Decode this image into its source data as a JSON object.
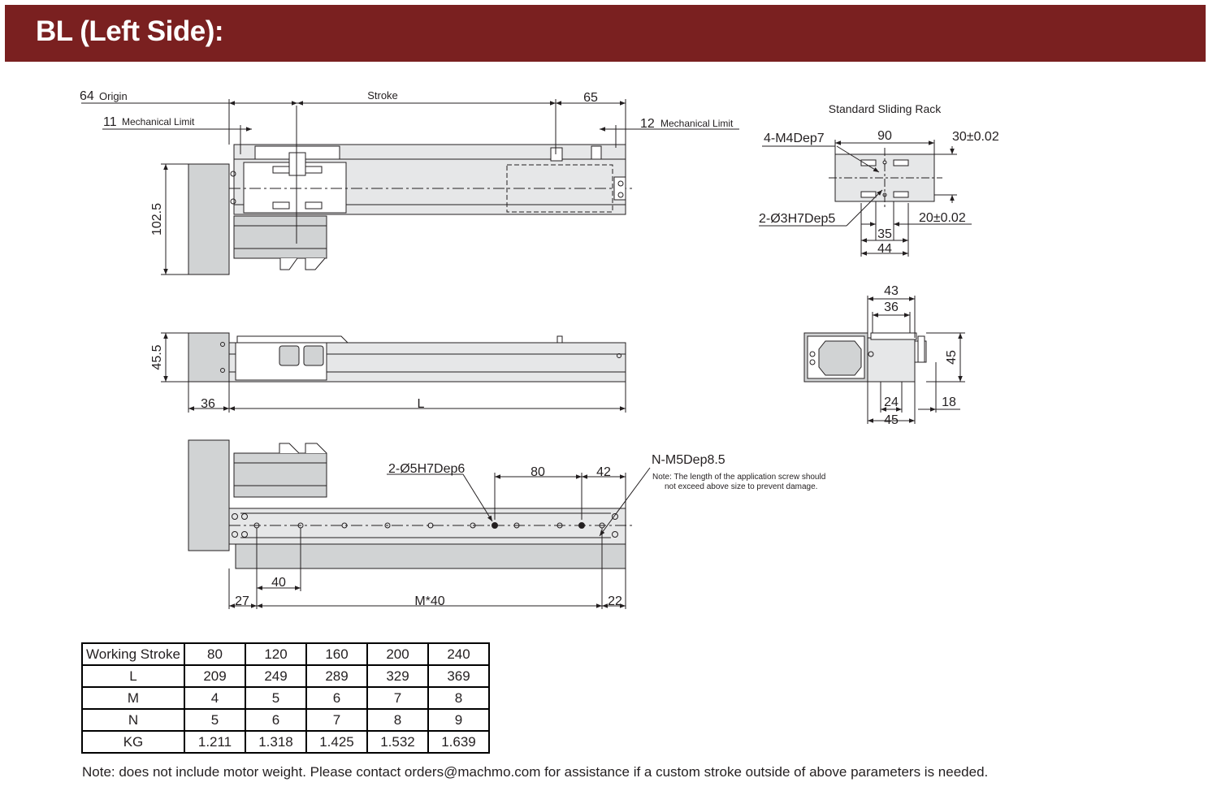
{
  "header": {
    "title": "BL (Left Side):"
  },
  "colors": {
    "banner": "#7a2020",
    "body_fill": "#d1d3d4",
    "line": "#231f20"
  },
  "top_view": {
    "origin_value": "64",
    "origin_label": "Origin",
    "stroke_label": "Stroke",
    "right_value": "65",
    "left_limit_value": "11",
    "left_limit_label": "Mechanical Limit",
    "right_limit_value": "12",
    "right_limit_label": "Mechanical Limit",
    "height_value": "102.5"
  },
  "side_view": {
    "height_value": "45.5",
    "motor_value": "36",
    "length_label": "L"
  },
  "bottom_view": {
    "holes_label": "2-Ø5H7Dep6",
    "pitch_value": "80",
    "end_value": "42",
    "screw_label": "N-M5Dep8.5",
    "screw_note_line1": "Note: The length of the application screw should",
    "screw_note_line2": "not exceed above size to prevent damage.",
    "spacing_value": "40",
    "start_value": "27",
    "pattern_label": "M*40",
    "tail_value": "22"
  },
  "rack": {
    "title": "Standard Sliding Rack",
    "tap_label": "4-M4Dep7",
    "width_value": "90",
    "height_value": "30±0.02",
    "pin_label": "2-Ø3H7Dep5",
    "pin_spacing_value": "20±0.02",
    "inner_value": "35",
    "outer_value": "44"
  },
  "end_view": {
    "top_outer": "43",
    "top_inner": "36",
    "height": "45",
    "bottom_inner": "24",
    "bottom_outer": "45",
    "side": "18"
  },
  "table": {
    "rows": [
      {
        "label": "Working Stroke",
        "values": [
          "80",
          "120",
          "160",
          "200",
          "240"
        ]
      },
      {
        "label": "L",
        "values": [
          "209",
          "249",
          "289",
          "329",
          "369"
        ]
      },
      {
        "label": "M",
        "values": [
          "4",
          "5",
          "6",
          "7",
          "8"
        ]
      },
      {
        "label": "N",
        "values": [
          "5",
          "6",
          "7",
          "8",
          "9"
        ]
      },
      {
        "label": "KG",
        "values": [
          "1.211",
          "1.318",
          "1.425",
          "1.532",
          "1.639"
        ]
      }
    ]
  },
  "footnote": "Note: does not include motor weight. Please contact orders@machmo.com for assistance if a custom stroke outside of above parameters is needed."
}
